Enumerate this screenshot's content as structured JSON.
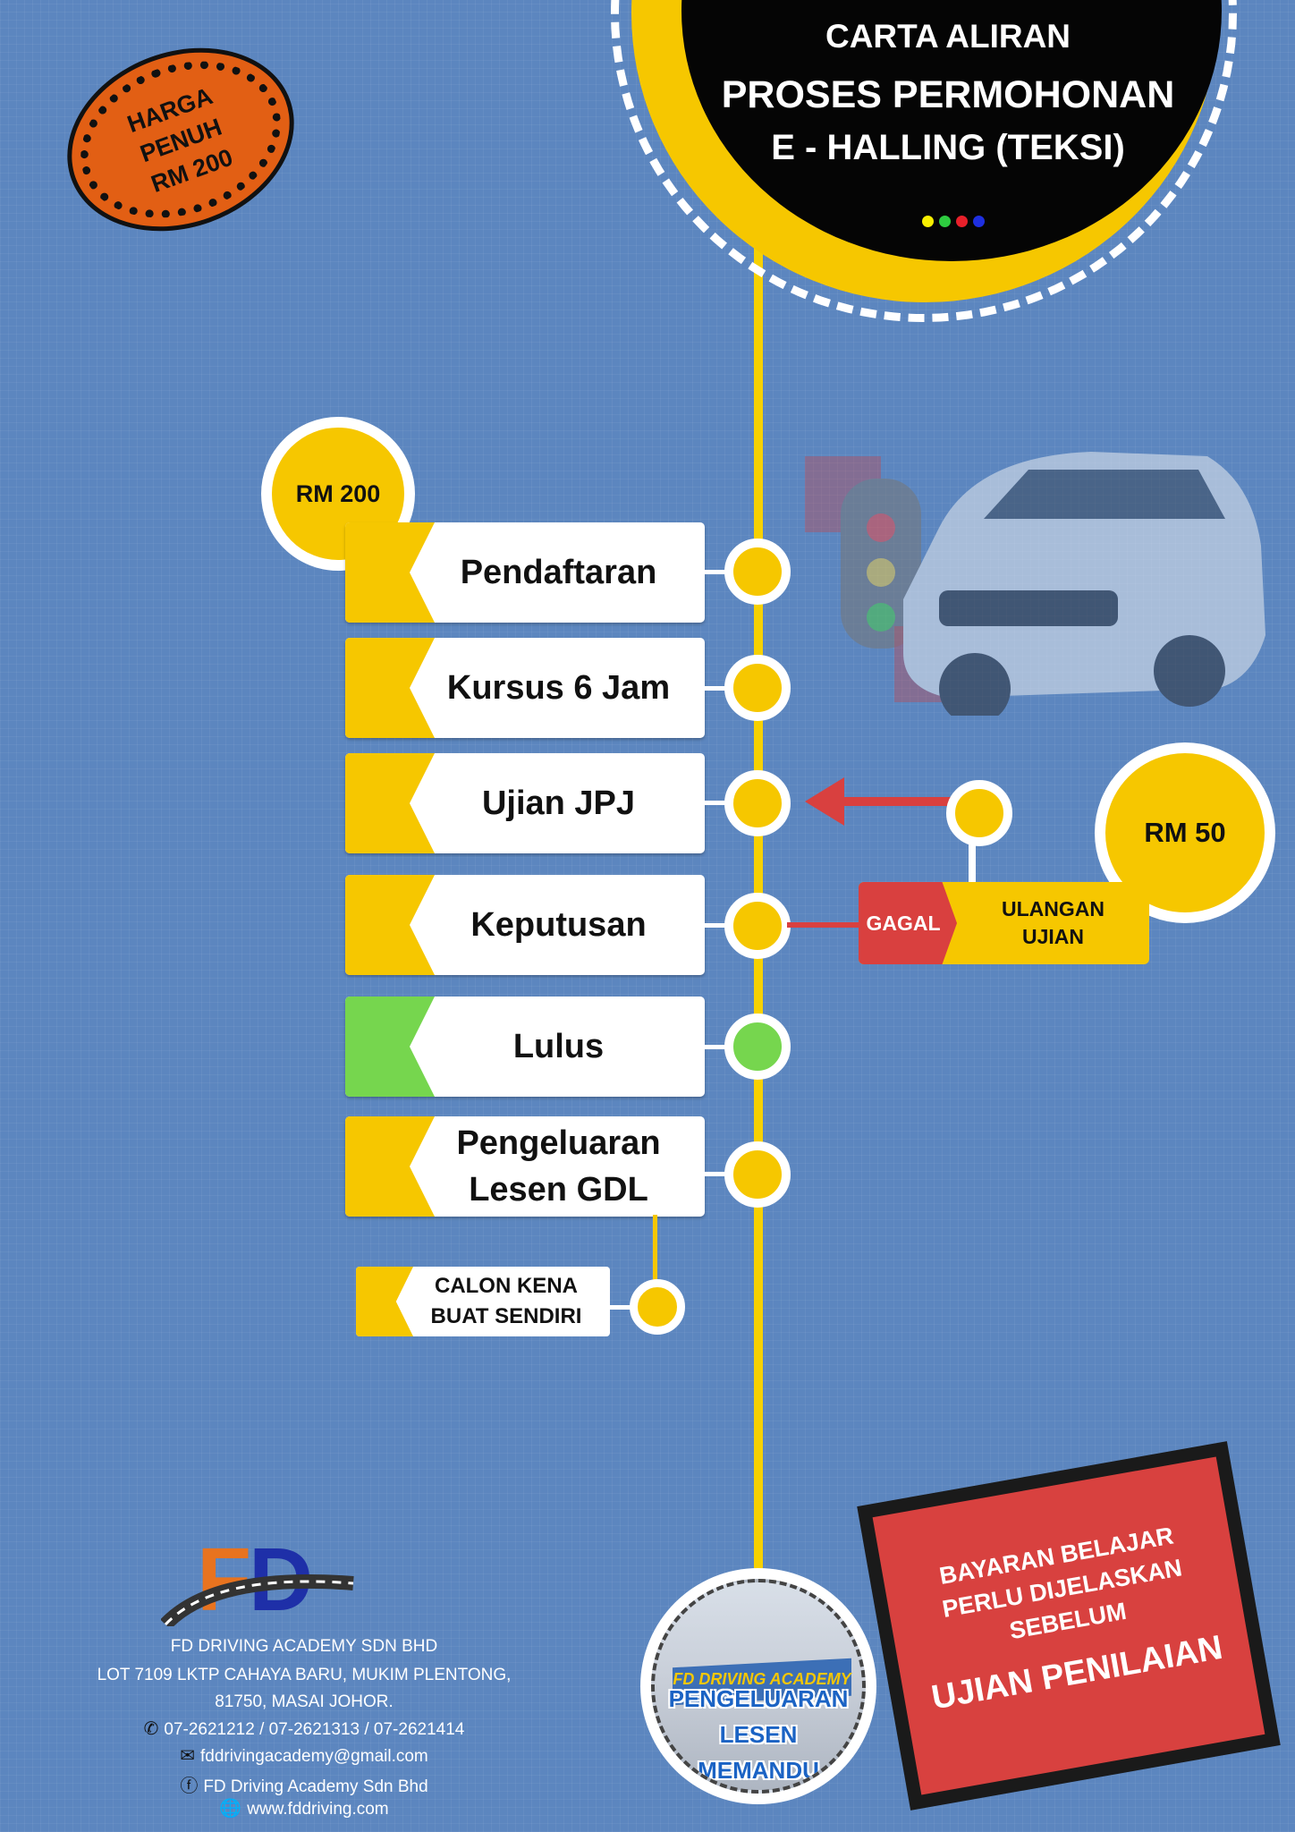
{
  "header": {
    "title": "CARTA ALIRAN",
    "line1": "PROSES PERMOHONAN",
    "line2": "E - HALLING (TEKSI)",
    "dot_colors": [
      "#f7ee00",
      "#2ecc40",
      "#e8202a",
      "#1e2fe0"
    ]
  },
  "price_stamp": {
    "line1": "HARGA",
    "line2": "PENUH",
    "line3": "RM 200"
  },
  "registration_price": "RM 200",
  "steps": [
    {
      "label": "Pendaftaran",
      "status": "normal"
    },
    {
      "label": "Kursus 6 Jam",
      "status": "normal"
    },
    {
      "label": "Ujian JPJ",
      "status": "normal"
    },
    {
      "label": "Keputusan",
      "status": "normal"
    },
    {
      "label": "Lulus",
      "status": "pass"
    },
    {
      "label_line1": "Pengeluaran",
      "label_line2": "Lesen GDL",
      "status": "normal"
    }
  ],
  "fail_branch": {
    "gagal": "GAGAL",
    "retry_line1": "ULANGAN",
    "retry_line2": "UJIAN",
    "retry_price": "RM 50"
  },
  "self_note": {
    "line1": "CALON  KENA",
    "line2": "BUAT SENDIRI"
  },
  "badge": {
    "building_sign": "FD DRIVING ACADEMY",
    "line1": "PENGELUARAN",
    "line2": "LESEN",
    "line3": "MEMANDU"
  },
  "notice": {
    "line1": "BAYARAN BELAJAR",
    "line2": "PERLU DIJELASKAN",
    "line3": "SEBELUM",
    "emphasis": "UJIAN PENILAIAN"
  },
  "company": {
    "logo_text": "FD",
    "name": "FD DRIVING ACADEMY SDN BHD",
    "address1": "LOT 7109 LKTP CAHAYA BARU, MUKIM PLENTONG,",
    "address2": "81750, MASAI JOHOR.",
    "phones": "07-2621212 / 07-2621313 / 07-2621414",
    "email": "fddrivingacademy@gmail.com",
    "facebook": "FD Driving Academy Sdn Bhd",
    "website": "www.fddriving.com"
  },
  "colors": {
    "background": "#5c86bf",
    "accent_yellow": "#f6c700",
    "pass_green": "#76d64e",
    "fail_red": "#d9403f"
  }
}
